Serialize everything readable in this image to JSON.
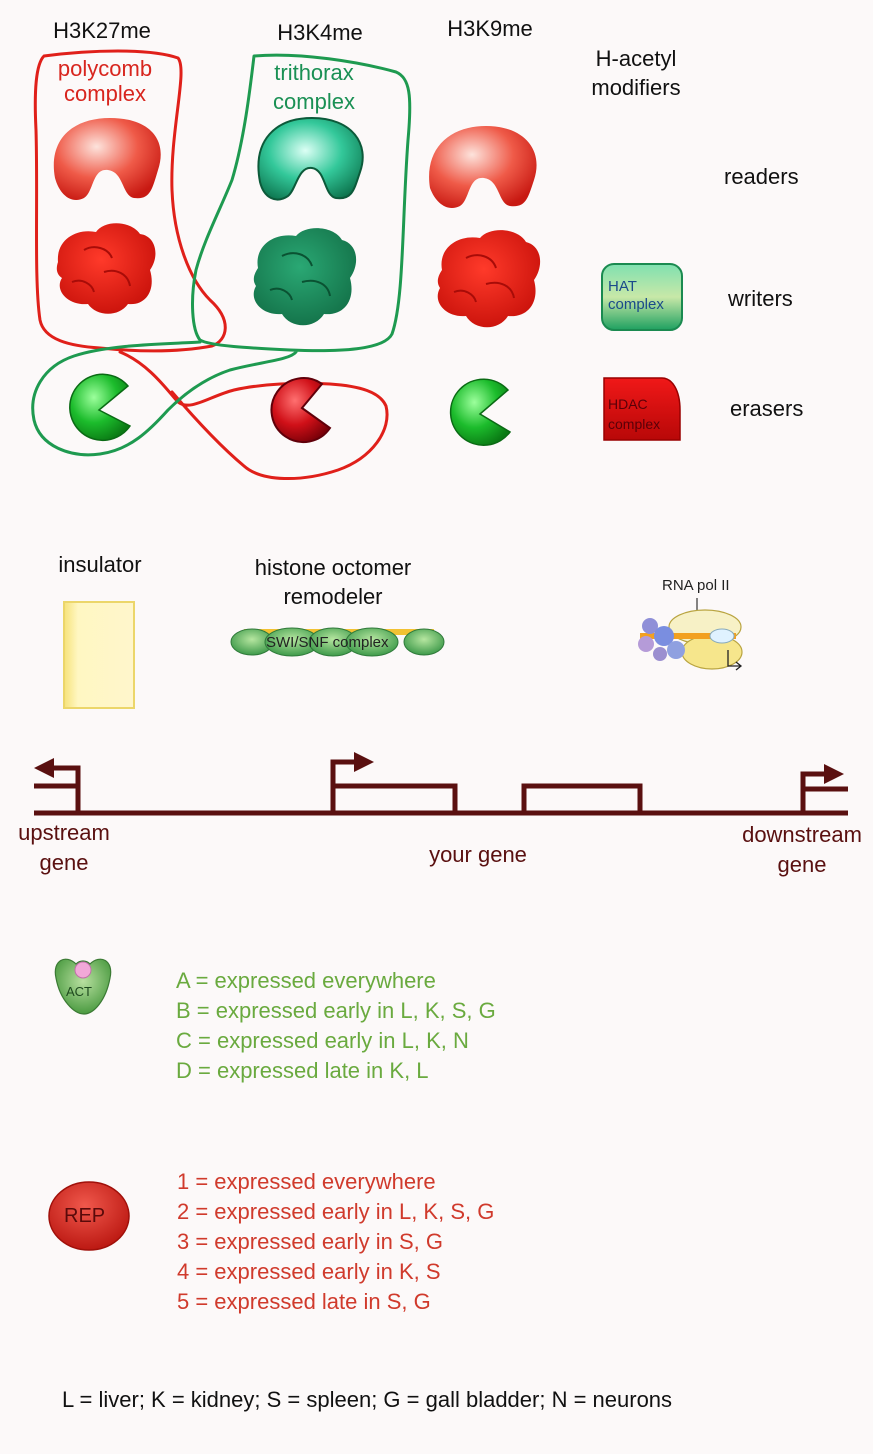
{
  "columns": {
    "h3k27": "H3K27me",
    "h3k4": "H3K4me",
    "h3k9": "H3K9me",
    "hacetyl": "H-acetyl\nmodifiers"
  },
  "complexes": {
    "polycomb": "polycomb\ncomplex",
    "trithorax": "trithorax\ncomplex"
  },
  "roles": {
    "readers": "readers",
    "writers": "writers",
    "erasers": "erasers"
  },
  "badges": {
    "hat": "HAT\ncomplex",
    "hdac": "HDAC\ncomplex"
  },
  "factors": {
    "insulator": "insulator",
    "remodeler": "histone octomer\nremodeler",
    "swisnf": "SWI/SNF complex",
    "rnapol": "RNA pol II"
  },
  "genes": {
    "upstream": "upstream\ngene",
    "yours": "your gene",
    "downstream": "downstream\ngene"
  },
  "activator": {
    "label": "ACT",
    "lines": [
      "A = expressed everywhere",
      "B = expressed early in L, K, S, G",
      "C = expressed early in L, K, N",
      "D = expressed late in K, L"
    ]
  },
  "repressor": {
    "label": "REP",
    "lines": [
      "1 = expressed everywhere",
      "2 = expressed early in L, K, S, G",
      "3 = expressed early in S, G",
      "4 = expressed early in K, S",
      "5 = expressed late in S, G"
    ]
  },
  "legend": "L = liver; K = kidney; S = spleen; G = gall bladder; N = neurons",
  "colors": {
    "red": "#e0201a",
    "green": "#1e9a50",
    "maroon": "#5a1010",
    "act_text": "#6aaa3f",
    "rep_text": "#d03a2c"
  }
}
